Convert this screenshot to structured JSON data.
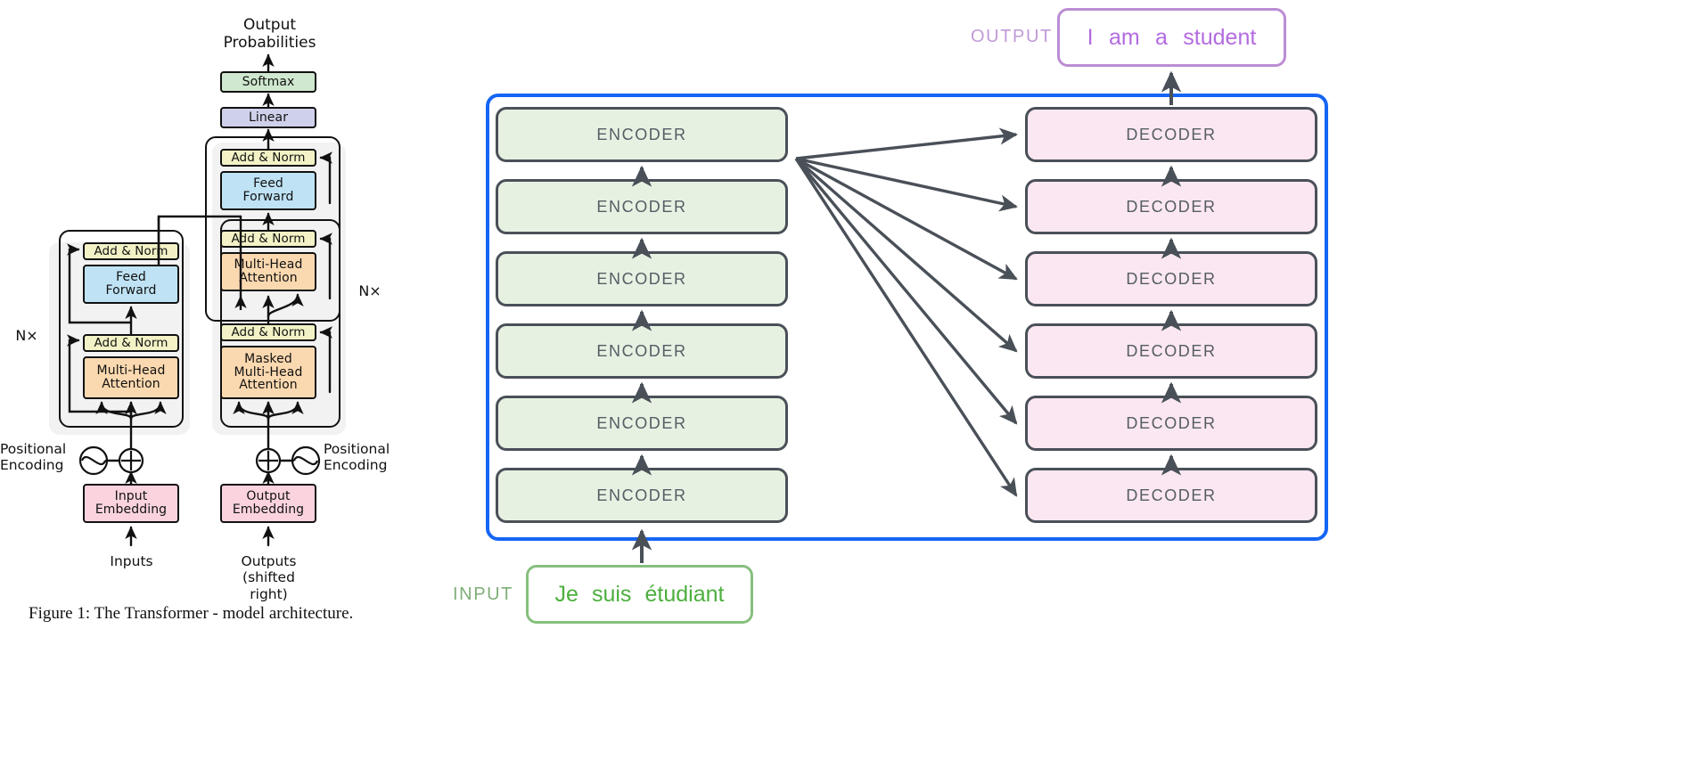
{
  "figure": {
    "caption": "Figure 1: The Transformer - model architecture.",
    "top_label_line1": "Output",
    "top_label_line2": "Probabilities",
    "softmax": "Softmax",
    "linear": "Linear",
    "add_norm": "Add & Norm",
    "feed_forward_line1": "Feed",
    "feed_forward_line2": "Forward",
    "multi_head_line1": "Multi-Head",
    "multi_head_line2": "Attention",
    "masked_line1": "Masked",
    "masked_line2": "Multi-Head",
    "masked_line3": "Attention",
    "input_embedding_line1": "Input",
    "input_embedding_line2": "Embedding",
    "output_embedding_line1": "Output",
    "output_embedding_line2": "Embedding",
    "positional_line1": "Positional",
    "positional_line2": "Encoding",
    "inputs": "Inputs",
    "outputs_line1": "Outputs",
    "outputs_line2": "(shifted right)",
    "nx_left": "N×",
    "nx_right": "N×",
    "colors": {
      "softmax": "#cfe8cf",
      "linear": "#cfd0ea",
      "add_norm": "#f2f2c6",
      "feed_forward": "#bfe3f5",
      "attention": "#fbd9b0",
      "embedding": "#fad3de",
      "shade": "#f2f2f2",
      "stroke": "#111111"
    }
  },
  "stack": {
    "encoder_label": "ENCODER",
    "decoder_label": "DECODER",
    "encoder_count": 6,
    "decoder_count": 6,
    "encoders": [
      "ENCODER",
      "ENCODER",
      "ENCODER",
      "ENCODER",
      "ENCODER",
      "ENCODER"
    ],
    "decoders": [
      "DECODER",
      "DECODER",
      "DECODER",
      "DECODER",
      "DECODER",
      "DECODER"
    ],
    "colors": {
      "encoder_fill": "#e7f1e2",
      "decoder_fill": "#fbe7f2",
      "box_stroke": "#4a5058",
      "frame_stroke": "#1565f5",
      "arrow": "#4a5058"
    }
  },
  "io": {
    "input_label": "INPUT",
    "output_label": "OUTPUT",
    "input_tokens": [
      "Je",
      "suis",
      "étudiant"
    ],
    "output_tokens": [
      "I",
      "am",
      "a",
      "student"
    ],
    "input_color": "#4caf3e",
    "input_border": "#86bf7d",
    "output_color": "#b36be0",
    "output_border": "#bb8dd4"
  }
}
